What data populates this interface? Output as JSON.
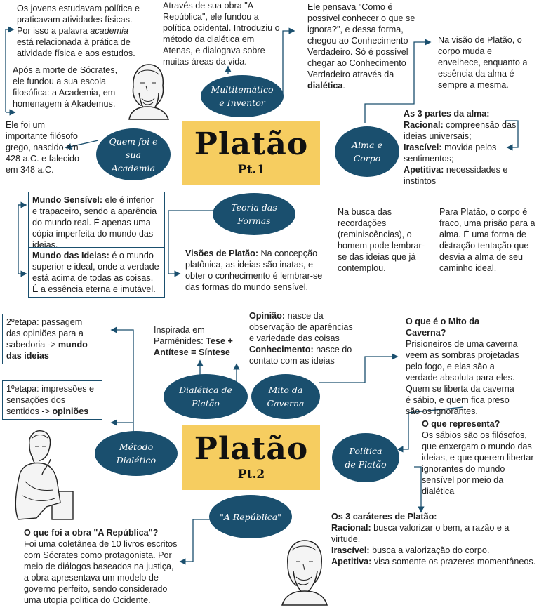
{
  "part1": {
    "title": "Platão",
    "subtitle": "Pt.1",
    "ovals": {
      "multitematico": "Multitemático e Inventor",
      "quem_foi": "Quem foi e sua Academia",
      "alma_corpo": "Alma e Corpo",
      "teoria_formas": "Teoria das Formas"
    },
    "texts": {
      "jovens_a": "Os jovens estudavam política e praticavam atividades físicas. Por isso a palavra ",
      "jovens_em": "academia",
      "jovens_b": " está relacionada à prática de atividade física e aos estudos.",
      "morte_socrates": "Após a morte de Sócrates, ele fundou a sua escola filosófica: a Academia, em homenagem à Akademus.",
      "filosofo": "Ele foi um importante filósofo grego, nascido em 428 a.C. e falecido em 348 a.C.",
      "republica_obra": "Através de sua obra \"A República\", ele fundou a política ocidental. Introduziu o método da dialética em Atenas, e dialogava sobre muitas áreas da vida.",
      "pensava_a": "Ele pensava \"Como é possível conhecer o que se ignora?\", e dessa forma, chegou ao Conhecimento Verdadeiro. Só é possível chegar ao Conhecimento Verdadeiro através da ",
      "pensava_b": "dialética",
      "pensava_c": ".",
      "visao_corpo": "Na visão de Platão, o corpo muda e envelhece, enquanto a essência da alma é sempre a mesma.",
      "partes_alma_title": "As 3 partes da alma:",
      "racional_label": "Racional:",
      "racional_text": " compreensão das ideias universais;",
      "irascivel_label": "Irascível:",
      "irascivel_text": " movida pelos sentimentos;",
      "apetitiva_label": "Apetitiva:",
      "apetitiva_text": " necessidades e instintos",
      "sensivel_label": "Mundo Sensível:",
      "sensivel_text": " ele é inferior e trapaceiro, sendo a aparência do mundo real. É apenas uma cópia imperfeita do mundo das ideias.",
      "ideias_label": "Mundo das Ideias:",
      "ideias_text": " é o mundo superior e ideal, onde a verdade está acima de todas as coisas. É a essência eterna e imutável.",
      "visoes_label": "Visões de Platão:",
      "visoes_text": " Na concepção platônica, as ideias são inatas, e obter o conhecimento é lembrar-se das formas do mundo sensível.",
      "recordacoes": "Na busca das recordações (reminiscências), o homem pode lembrar-se das ideias que já contemplou.",
      "corpo_prisao": "Para Platão, o corpo é fraco, uma prisão para a alma. É uma forma de distração tentação que desvia a alma de seu caminho ideal."
    }
  },
  "part2": {
    "title": "Platão",
    "subtitle": "Pt.2",
    "ovals": {
      "dialetica": "Dialética de Platão",
      "mito": "Mito da Caverna",
      "metodo": "Método Dialético",
      "politica": "Política de Platão",
      "republica": "\"A República\""
    },
    "texts": {
      "etapa2_a": "2ºetapa: passagem das opiniões para a sabedoria -> ",
      "etapa2_b": "mundo das ideias",
      "etapa1_a": "1ºetapa: impressões e sensações dos sentidos -> ",
      "etapa1_b": "opiniões",
      "inspirada_a": "Inspirada em Parmênides: ",
      "inspirada_b": "Tese + Antítese = Síntese",
      "opiniao_label": "Opinião:",
      "opiniao_text": " nasce da observação de aparências e variedade das coisas",
      "conhecimento_label": "Conhecimento:",
      "conhecimento_text": " nasce do contato com as ideias",
      "mito_title": "O que é o Mito da Caverna?",
      "mito_text": "Prisioneiros de uma caverna veem as sombras projetadas pelo fogo, e elas são a verdade absoluta para eles. Quem se liberta da caverna é sábio, e quem fica preso são os ignorantes.",
      "representa_title": "O que representa?",
      "representa_text": "Os sábios são os filósofos, que enxergam o mundo das ideias, e que querem libertar ignorantes do mundo sensível por meio da dialética",
      "carateres_title": "Os 3 caráteres de Platão:",
      "c_racional_label": "Racional:",
      "c_racional_text": " busca valorizar o bem, a razão e a virtude.",
      "c_irascivel_label": "Irascível:",
      "c_irascivel_text": " busca a valorização do corpo.",
      "c_apetitiva_label": "Apetitiva:",
      "c_apetitiva_text": " visa somente os prazeres momentâneos.",
      "obra_title": "O que foi a obra \"A República\"?",
      "obra_text": "Foi uma coletânea de 10 livros escritos com Sócrates como protagonista. Por meio de diálogos baseados na justiça, a obra apresentava um modelo de governo perfeito, sendo considerado uma utopia política do Ocidente."
    }
  },
  "colors": {
    "oval": "#1a4f6e",
    "title_bg": "#f6cd60",
    "arrow": "#1a4f6e"
  },
  "icons": [
    "plato-bust-icon",
    "socrates-statue-icon",
    "plato-bust-bottom-icon"
  ]
}
